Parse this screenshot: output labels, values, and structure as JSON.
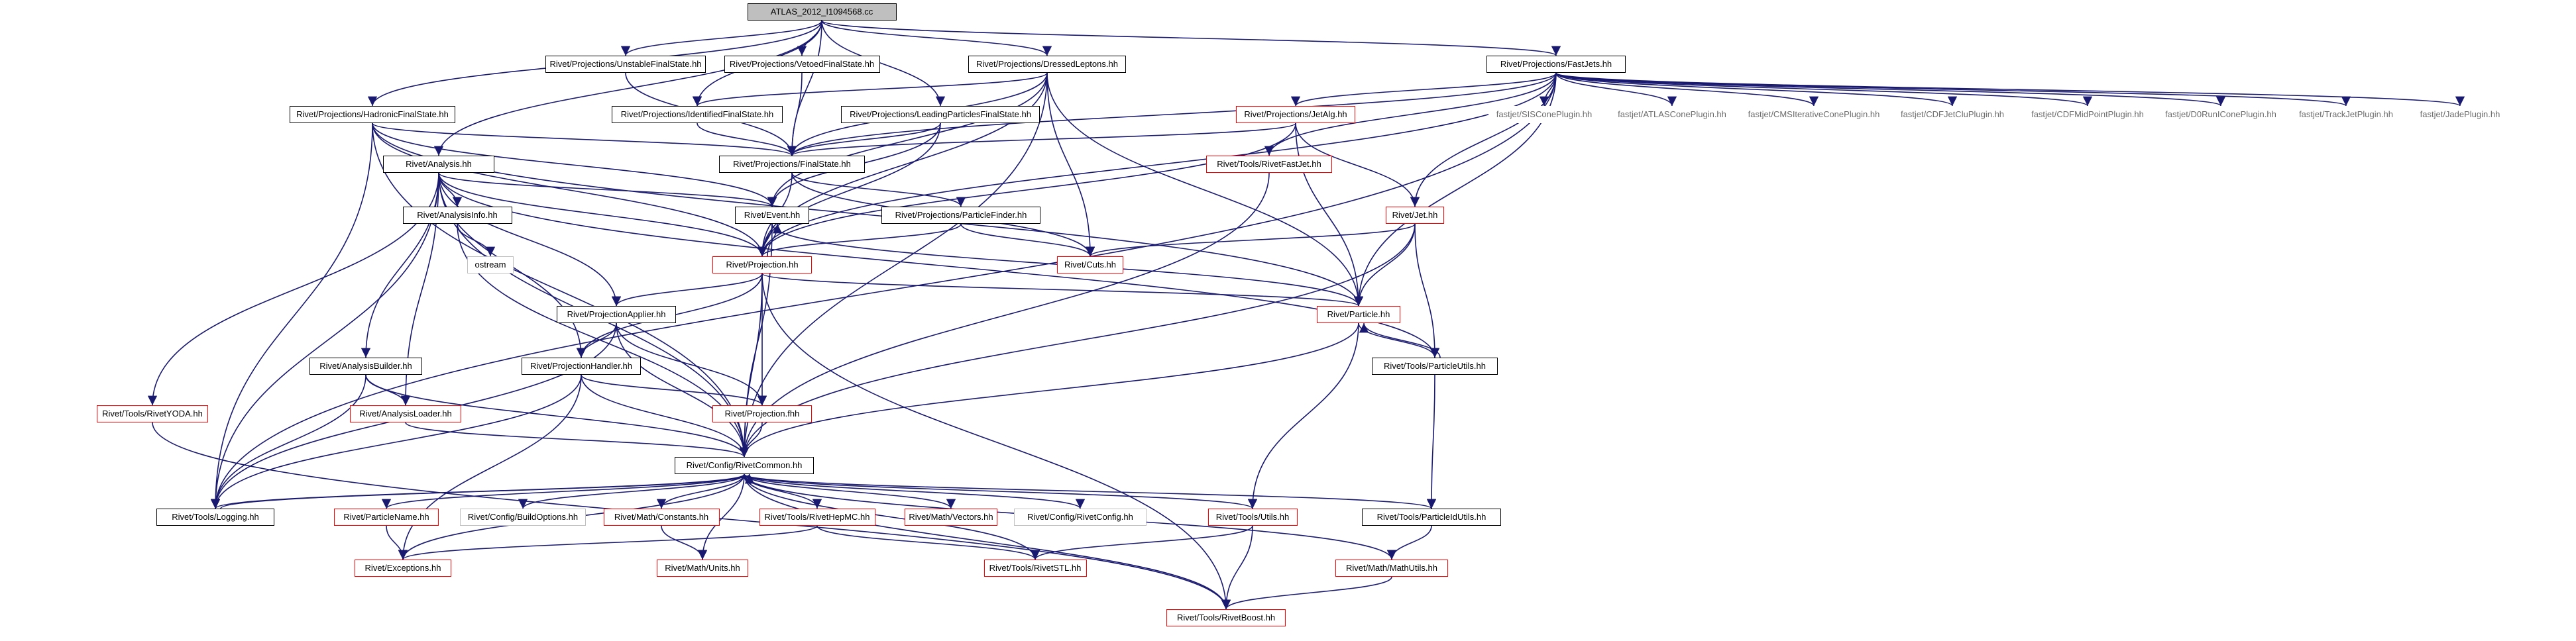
{
  "diagram": {
    "title": "ATLAS_2012_I1094568.cc",
    "colors": {
      "edge": "#191970",
      "normal_border": "#000000",
      "missing_border": "#ff0000",
      "root_fill": "#bfbfbf",
      "system_text": "#6b6b6b"
    },
    "nodes": [
      {
        "id": "root",
        "label": "ATLAS_2012_I1094568.cc",
        "style": "root"
      },
      {
        "id": "unstable",
        "label": "Rivet/Projections/UnstableFinalState.hh",
        "style": "normal"
      },
      {
        "id": "vetoed",
        "label": "Rivet/Projections/VetoedFinalState.hh",
        "style": "normal"
      },
      {
        "id": "dressed",
        "label": "Rivet/Projections/DressedLeptons.hh",
        "style": "normal"
      },
      {
        "id": "fastjets",
        "label": "Rivet/Projections/FastJets.hh",
        "style": "normal"
      },
      {
        "id": "hadronic",
        "label": "Rivet/Projections/HadronicFinalState.hh",
        "style": "normal"
      },
      {
        "id": "identified",
        "label": "Rivet/Projections/IdentifiedFinalState.hh",
        "style": "normal"
      },
      {
        "id": "leading",
        "label": "Rivet/Projections/LeadingParticlesFinalState.hh",
        "style": "normal"
      },
      {
        "id": "jetalg",
        "label": "Rivet/Projections/JetAlg.hh",
        "style": "red"
      },
      {
        "id": "sis",
        "label": "fastjet/SISConePlugin.hh",
        "style": "sys"
      },
      {
        "id": "atlascone",
        "label": "fastjet/ATLASConePlugin.hh",
        "style": "sys"
      },
      {
        "id": "cmscone",
        "label": "fastjet/CMSIterativeConePlugin.hh",
        "style": "sys"
      },
      {
        "id": "cdfjetclu",
        "label": "fastjet/CDFJetCluPlugin.hh",
        "style": "sys"
      },
      {
        "id": "cdfmid",
        "label": "fastjet/CDFMidPointPlugin.hh",
        "style": "sys"
      },
      {
        "id": "d0run",
        "label": "fastjet/D0RunIConePlugin.hh",
        "style": "sys"
      },
      {
        "id": "trackjet",
        "label": "fastjet/TrackJetPlugin.hh",
        "style": "sys"
      },
      {
        "id": "jade",
        "label": "fastjet/JadePlugin.hh",
        "style": "sys"
      },
      {
        "id": "analysis",
        "label": "Rivet/Analysis.hh",
        "style": "normal"
      },
      {
        "id": "finalstate",
        "label": "Rivet/Projections/FinalState.hh",
        "style": "normal"
      },
      {
        "id": "fastjetrivet",
        "label": "Rivet/Tools/RivetFastJet.hh",
        "style": "red"
      },
      {
        "id": "analysisinfo",
        "label": "Rivet/AnalysisInfo.hh",
        "style": "normal"
      },
      {
        "id": "event",
        "label": "Rivet/Event.hh",
        "style": "normal"
      },
      {
        "id": "particlefinder",
        "label": "Rivet/Projections/ParticleFinder.hh",
        "style": "normal"
      },
      {
        "id": "jet",
        "label": "Rivet/Jet.hh",
        "style": "red"
      },
      {
        "id": "ostream",
        "label": "ostream",
        "style": "gray"
      },
      {
        "id": "cuts",
        "label": "Rivet/Cuts.hh",
        "style": "red"
      },
      {
        "id": "projection",
        "label": "Rivet/Projection.hh",
        "style": "red"
      },
      {
        "id": "projapplier",
        "label": "Rivet/ProjectionApplier.hh",
        "style": "normal"
      },
      {
        "id": "particle",
        "label": "Rivet/Particle.hh",
        "style": "red"
      },
      {
        "id": "analysisbuilder",
        "label": "Rivet/AnalysisBuilder.hh",
        "style": "normal"
      },
      {
        "id": "projhandler",
        "label": "Rivet/ProjectionHandler.hh",
        "style": "normal"
      },
      {
        "id": "particleutils",
        "label": "Rivet/Tools/ParticleUtils.hh",
        "style": "normal"
      },
      {
        "id": "rivetyoda",
        "label": "Rivet/Tools/RivetYODA.hh",
        "style": "red"
      },
      {
        "id": "analysisloader",
        "label": "Rivet/AnalysisLoader.hh",
        "style": "red"
      },
      {
        "id": "projfhh",
        "label": "Rivet/Projection.fhh",
        "style": "red"
      },
      {
        "id": "rivetcommon",
        "label": "Rivet/Config/RivetCommon.hh",
        "style": "normal"
      },
      {
        "id": "logging",
        "label": "Rivet/Tools/Logging.hh",
        "style": "normal"
      },
      {
        "id": "particlename",
        "label": "Rivet/ParticleName.hh",
        "style": "red"
      },
      {
        "id": "buildoptions",
        "label": "Rivet/Config/BuildOptions.hh",
        "style": "gray"
      },
      {
        "id": "constants",
        "label": "Rivet/Math/Constants.hh",
        "style": "red"
      },
      {
        "id": "rivethepmc",
        "label": "Rivet/Tools/RivetHepMC.hh",
        "style": "red"
      },
      {
        "id": "vectors",
        "label": "Rivet/Math/Vectors.hh",
        "style": "red"
      },
      {
        "id": "rivetconfig",
        "label": "Rivet/Config/RivetConfig.hh",
        "style": "gray"
      },
      {
        "id": "utils",
        "label": "Rivet/Tools/Utils.hh",
        "style": "red"
      },
      {
        "id": "particleidutils",
        "label": "Rivet/Tools/ParticleIdUtils.hh",
        "style": "normal"
      },
      {
        "id": "exceptions",
        "label": "Rivet/Exceptions.hh",
        "style": "red"
      },
      {
        "id": "units",
        "label": "Rivet/Math/Units.hh",
        "style": "red"
      },
      {
        "id": "rivetstl",
        "label": "Rivet/Tools/RivetSTL.hh",
        "style": "red"
      },
      {
        "id": "mathutils",
        "label": "Rivet/Math/MathUtils.hh",
        "style": "red"
      },
      {
        "id": "rivetboost",
        "label": "Rivet/Tools/RivetBoost.hh",
        "style": "red"
      }
    ],
    "edges": [
      [
        "root",
        "unstable"
      ],
      [
        "root",
        "vetoed"
      ],
      [
        "root",
        "dressed"
      ],
      [
        "root",
        "fastjets"
      ],
      [
        "root",
        "hadronic"
      ],
      [
        "root",
        "analysis"
      ],
      [
        "root",
        "identified"
      ],
      [
        "root",
        "leading"
      ],
      [
        "root",
        "finalstate"
      ],
      [
        "unstable",
        "finalstate"
      ],
      [
        "vetoed",
        "finalstate"
      ],
      [
        "dressed",
        "identified"
      ],
      [
        "dressed",
        "finalstate"
      ],
      [
        "dressed",
        "event"
      ],
      [
        "dressed",
        "cuts"
      ],
      [
        "dressed",
        "particle"
      ],
      [
        "dressed",
        "rivetcommon"
      ],
      [
        "dressed",
        "projection"
      ],
      [
        "fastjets",
        "jetalg"
      ],
      [
        "fastjets",
        "sis"
      ],
      [
        "fastjets",
        "atlascone"
      ],
      [
        "fastjets",
        "cmscone"
      ],
      [
        "fastjets",
        "cdfjetclu"
      ],
      [
        "fastjets",
        "cdfmid"
      ],
      [
        "fastjets",
        "d0run"
      ],
      [
        "fastjets",
        "trackjet"
      ],
      [
        "fastjets",
        "jade"
      ],
      [
        "fastjets",
        "fastjetrivet"
      ],
      [
        "fastjets",
        "jet"
      ],
      [
        "fastjets",
        "particle"
      ],
      [
        "fastjets",
        "finalstate"
      ],
      [
        "fastjets",
        "projection"
      ],
      [
        "fastjets",
        "logging"
      ],
      [
        "hadronic",
        "finalstate"
      ],
      [
        "hadronic",
        "event"
      ],
      [
        "hadronic",
        "particle"
      ],
      [
        "hadronic",
        "rivetcommon"
      ],
      [
        "hadronic",
        "logging"
      ],
      [
        "hadronic",
        "projection"
      ],
      [
        "identified",
        "finalstate"
      ],
      [
        "leading",
        "finalstate"
      ],
      [
        "leading",
        "event"
      ],
      [
        "leading",
        "projection"
      ],
      [
        "jetalg",
        "finalstate"
      ],
      [
        "jetalg",
        "jet"
      ],
      [
        "jetalg",
        "particle"
      ],
      [
        "jetalg",
        "projection"
      ],
      [
        "analysis",
        "analysisinfo"
      ],
      [
        "analysis",
        "event"
      ],
      [
        "analysis",
        "projection"
      ],
      [
        "analysis",
        "projapplier"
      ],
      [
        "analysis",
        "projhandler"
      ],
      [
        "analysis",
        "analysisbuilder"
      ],
      [
        "analysis",
        "analysisloader"
      ],
      [
        "analysis",
        "rivetyoda"
      ],
      [
        "analysis",
        "rivetcommon"
      ],
      [
        "analysis",
        "logging"
      ],
      [
        "analysis",
        "particleutils"
      ],
      [
        "finalstate",
        "particlefinder"
      ],
      [
        "finalstate",
        "cuts"
      ],
      [
        "finalstate",
        "projection"
      ],
      [
        "fastjetrivet",
        "rivetcommon"
      ],
      [
        "analysisinfo",
        "ostream"
      ],
      [
        "analysisinfo",
        "rivetcommon"
      ],
      [
        "event",
        "projection"
      ],
      [
        "event",
        "rivetcommon"
      ],
      [
        "event",
        "particle"
      ],
      [
        "particlefinder",
        "projection"
      ],
      [
        "particlefinder",
        "cuts"
      ],
      [
        "jet",
        "particle"
      ],
      [
        "jet",
        "cuts"
      ],
      [
        "jet",
        "rivetcommon"
      ],
      [
        "jet",
        "particleutils"
      ],
      [
        "projection",
        "event"
      ],
      [
        "projection",
        "projapplier"
      ],
      [
        "projection",
        "projhandler"
      ],
      [
        "projection",
        "projfhh"
      ],
      [
        "projection",
        "rivetcommon"
      ],
      [
        "projection",
        "particle"
      ],
      [
        "projection",
        "rivetboost"
      ],
      [
        "projapplier",
        "projhandler"
      ],
      [
        "projapplier",
        "projfhh"
      ],
      [
        "projapplier",
        "rivetcommon"
      ],
      [
        "projapplier",
        "logging"
      ],
      [
        "particle",
        "particleutils"
      ],
      [
        "particle",
        "rivetcommon"
      ],
      [
        "particle",
        "utils"
      ],
      [
        "particleutils",
        "particle"
      ],
      [
        "particleutils",
        "particleidutils"
      ],
      [
        "analysisbuilder",
        "analysisloader"
      ],
      [
        "analysisbuilder",
        "rivetcommon"
      ],
      [
        "analysisbuilder",
        "logging"
      ],
      [
        "projhandler",
        "projfhh"
      ],
      [
        "projhandler",
        "rivetcommon"
      ],
      [
        "projhandler",
        "exceptions"
      ],
      [
        "projhandler",
        "logging"
      ],
      [
        "rivetyoda",
        "rivetboost"
      ],
      [
        "analysisloader",
        "rivetcommon"
      ],
      [
        "projfhh",
        "rivetcommon"
      ],
      [
        "rivetcommon",
        "logging"
      ],
      [
        "rivetcommon",
        "particlename"
      ],
      [
        "rivetcommon",
        "buildoptions"
      ],
      [
        "rivetcommon",
        "constants"
      ],
      [
        "rivetcommon",
        "rivethepmc"
      ],
      [
        "rivetcommon",
        "vectors"
      ],
      [
        "rivetcommon",
        "rivetconfig"
      ],
      [
        "rivetcommon",
        "utils"
      ],
      [
        "rivetcommon",
        "particleidutils"
      ],
      [
        "rivetcommon",
        "units"
      ],
      [
        "rivetcommon",
        "rivetstl"
      ],
      [
        "rivetcommon",
        "mathutils"
      ],
      [
        "rivetcommon",
        "rivetboost"
      ],
      [
        "rivetcommon",
        "exceptions"
      ],
      [
        "logging",
        "rivetcommon"
      ],
      [
        "particlename",
        "exceptions"
      ],
      [
        "constants",
        "units"
      ],
      [
        "rivethepmc",
        "rivetstl"
      ],
      [
        "rivethepmc",
        "exceptions"
      ],
      [
        "utils",
        "rivetstl"
      ],
      [
        "utils",
        "rivetboost"
      ],
      [
        "particleidutils",
        "mathutils"
      ],
      [
        "mathutils",
        "rivetboost"
      ]
    ]
  }
}
